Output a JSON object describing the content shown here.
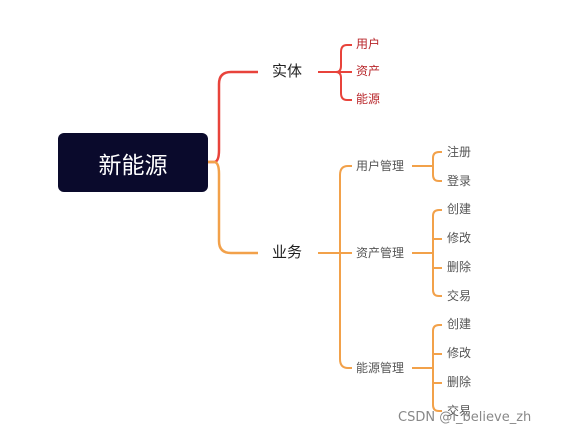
{
  "root": {
    "label": "新能源"
  },
  "colors": {
    "root_bg": "#0a0a2c",
    "entity_branch": "#e8433b",
    "business_branch": "#f2a14a"
  },
  "branches": [
    {
      "label": "实体",
      "children": [
        {
          "label": "用户"
        },
        {
          "label": "资产"
        },
        {
          "label": "能源"
        }
      ]
    },
    {
      "label": "业务",
      "children": [
        {
          "label": "用户管理",
          "children": [
            {
              "label": "注册"
            },
            {
              "label": "登录"
            }
          ]
        },
        {
          "label": "资产管理",
          "children": [
            {
              "label": "创建"
            },
            {
              "label": "修改"
            },
            {
              "label": "删除"
            },
            {
              "label": "交易"
            }
          ]
        },
        {
          "label": "能源管理",
          "children": [
            {
              "label": "创建"
            },
            {
              "label": "修改"
            },
            {
              "label": "删除"
            },
            {
              "label": "交易"
            }
          ]
        }
      ]
    }
  ],
  "watermark": "CSDN @I_believe_zh"
}
